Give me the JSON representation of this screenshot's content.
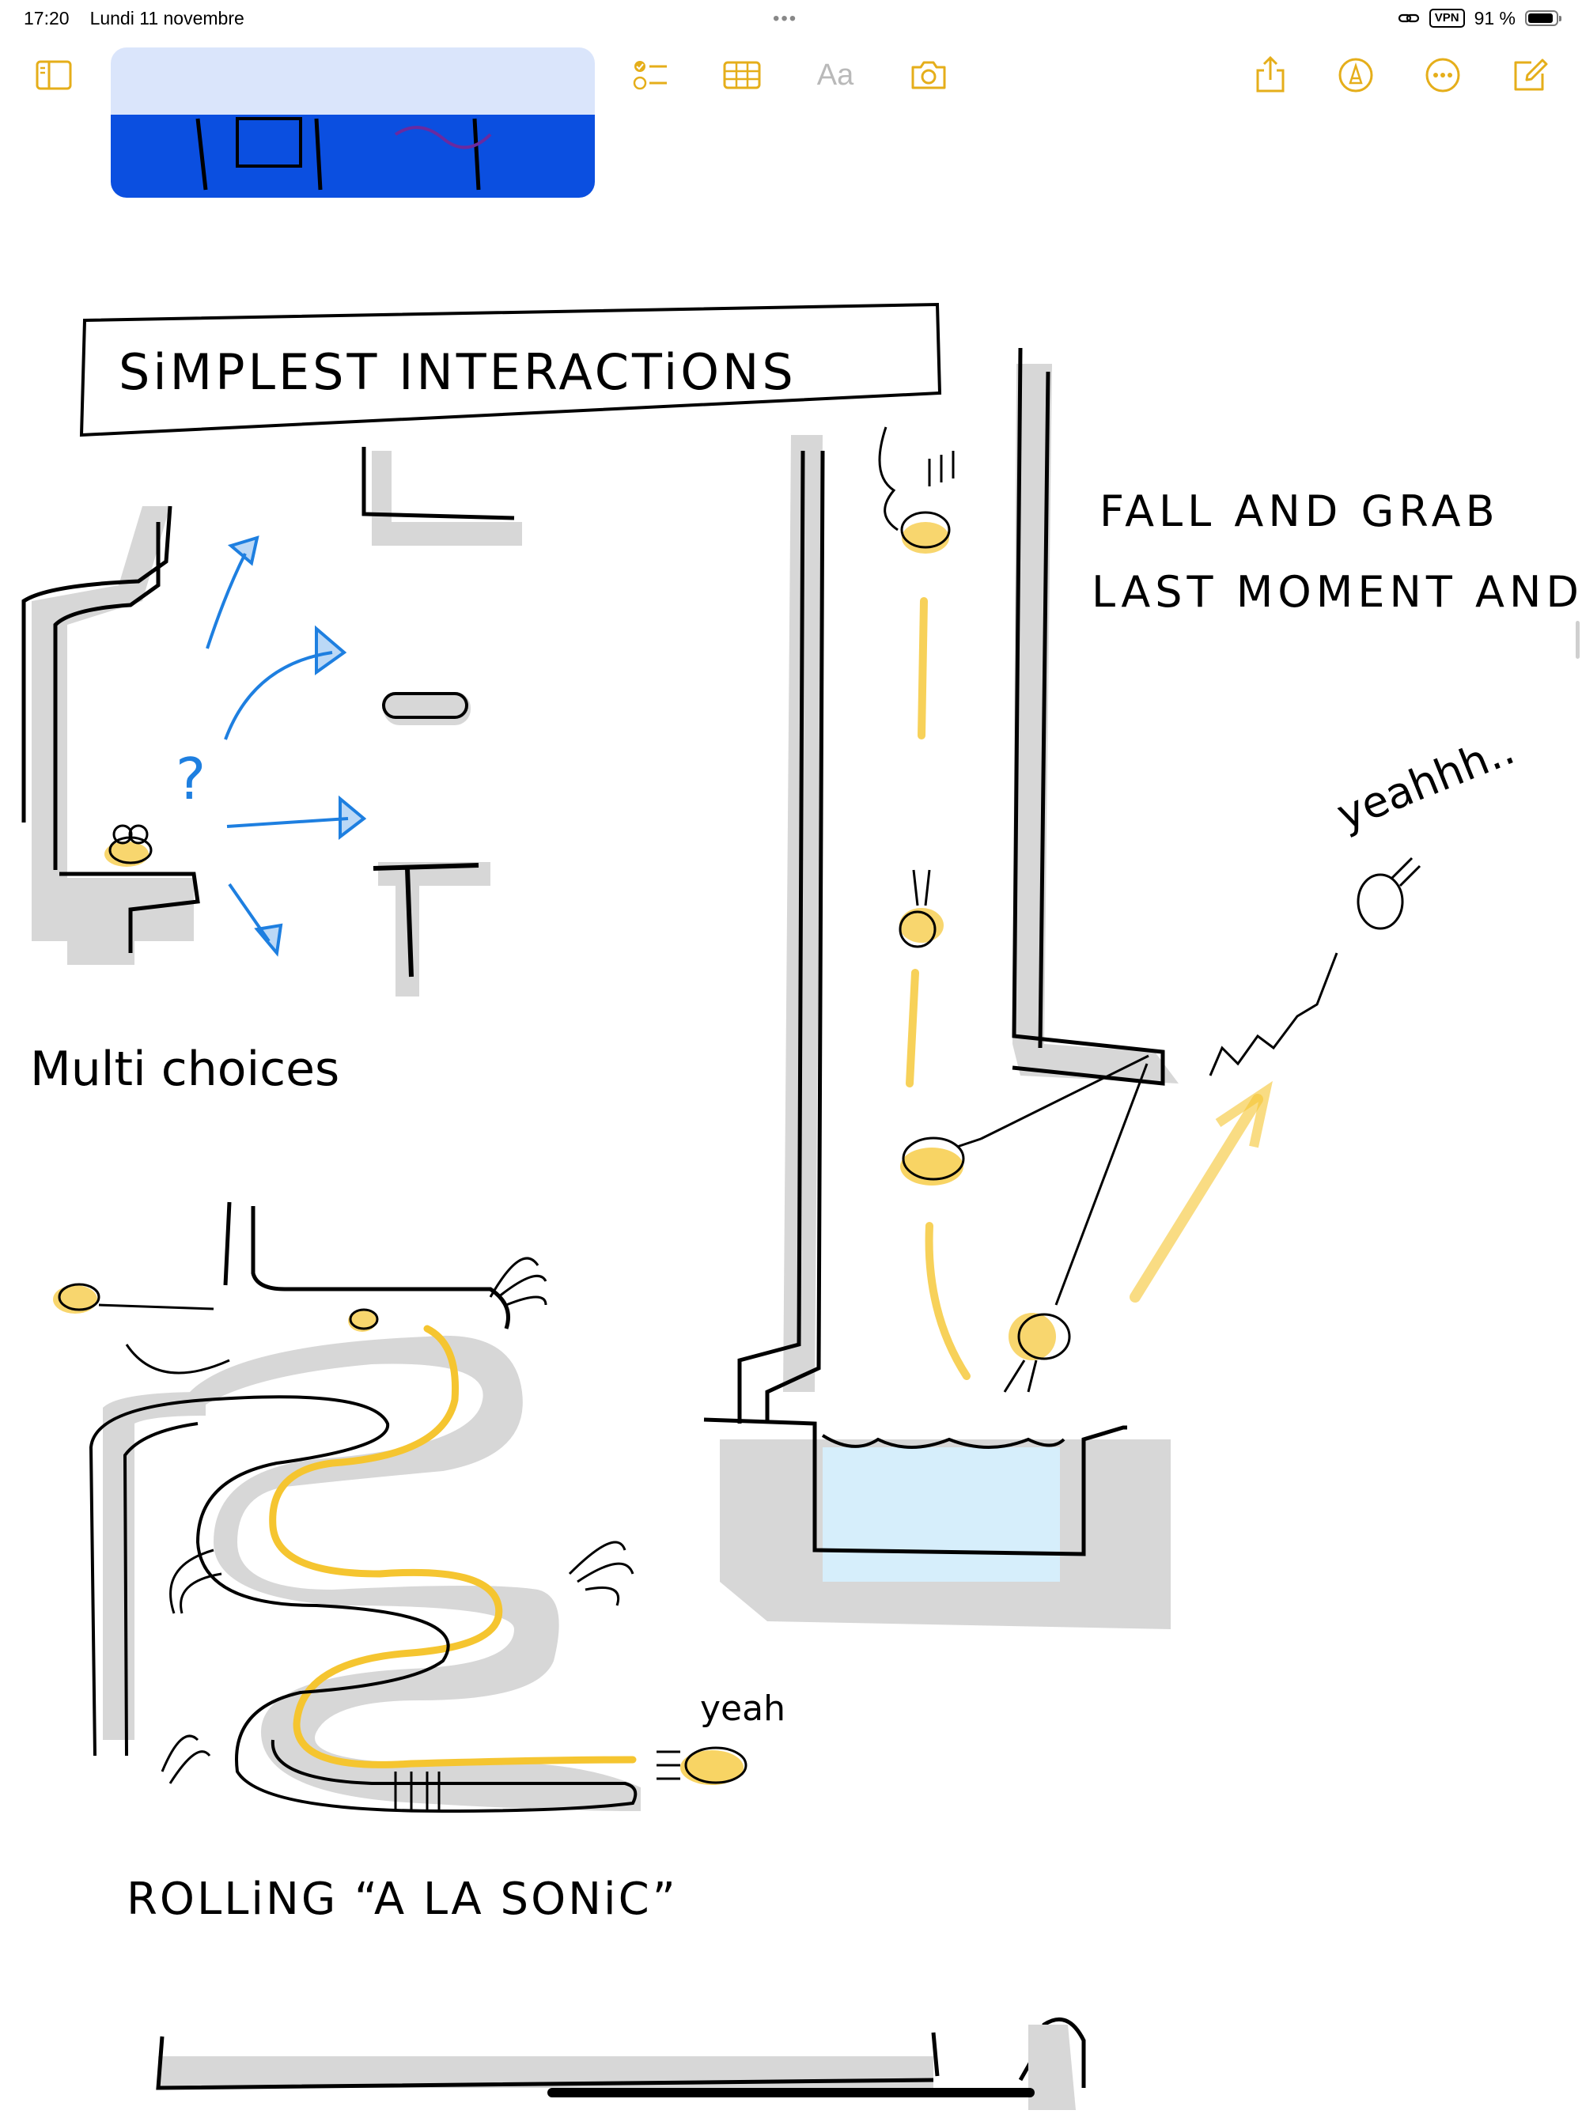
{
  "status": {
    "time": "17:20",
    "date": "Lundi 11 novembre",
    "vpn": "VPN",
    "battery": "91 %",
    "battery_level": 0.91,
    "multitask_dots": "•••"
  },
  "toolbar": {
    "sidebar_icon": "sidebar-icon",
    "checklist_icon": "checklist-icon",
    "table_icon": "table-icon",
    "format_label": "Aa",
    "camera_icon": "camera-icon",
    "share_icon": "share-icon",
    "markup_icon": "markup-pen-icon",
    "more_icon": "more-icon",
    "compose_icon": "compose-icon",
    "accent_color": "#E5AE1A",
    "disabled_color": "#B9B9B9"
  },
  "sketch": {
    "title": "SiMPLEST   INTERACTiONS",
    "multi_choices_label": "Multi choices",
    "question_mark": "?",
    "fall_grab_line1": "FALL AND GRAB",
    "fall_grab_line2": "LAST MOMENT AND",
    "yeahhh": "yeahhh..",
    "yeah": "yeah",
    "rolling_label": "ROLLiNG “A LA SONiC”",
    "ink_color": "#000000",
    "shadow_color": "#D7D7D7",
    "blue_pen": "#1E7FE0",
    "yellow_marker": "#F5C530",
    "water_color": "#D6EEFB"
  }
}
